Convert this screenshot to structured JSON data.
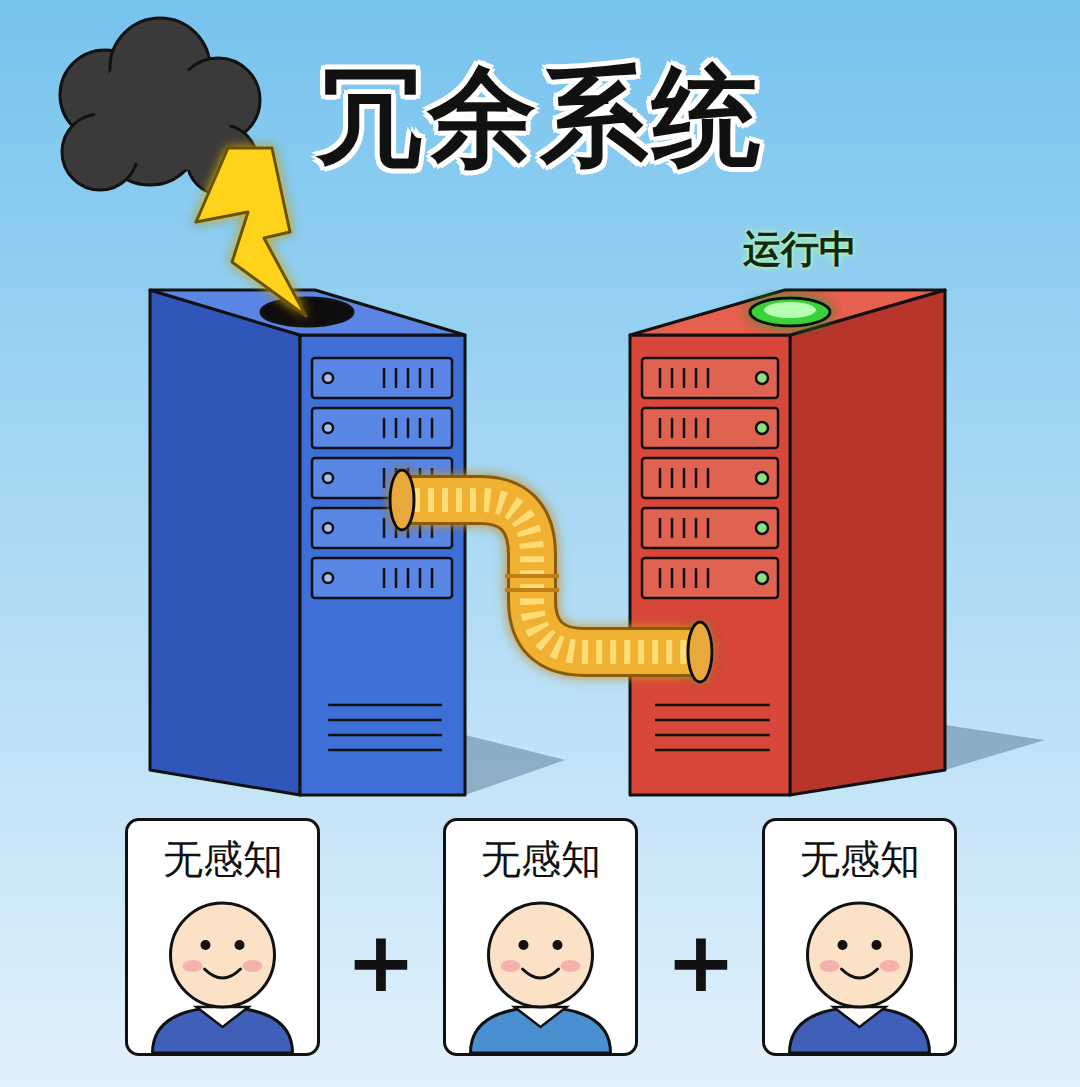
{
  "diagram": {
    "title": "冗余系统",
    "nodes": [
      {
        "text": [
          "无感知"
        ]
      },
      {
        "text": [
          "无感知"
        ]
      },
      {
        "text": [
          "无感知"
        ]
      }
    ],
    "labels": [
      "运行中",
      "+",
      "+"
    ]
  }
}
